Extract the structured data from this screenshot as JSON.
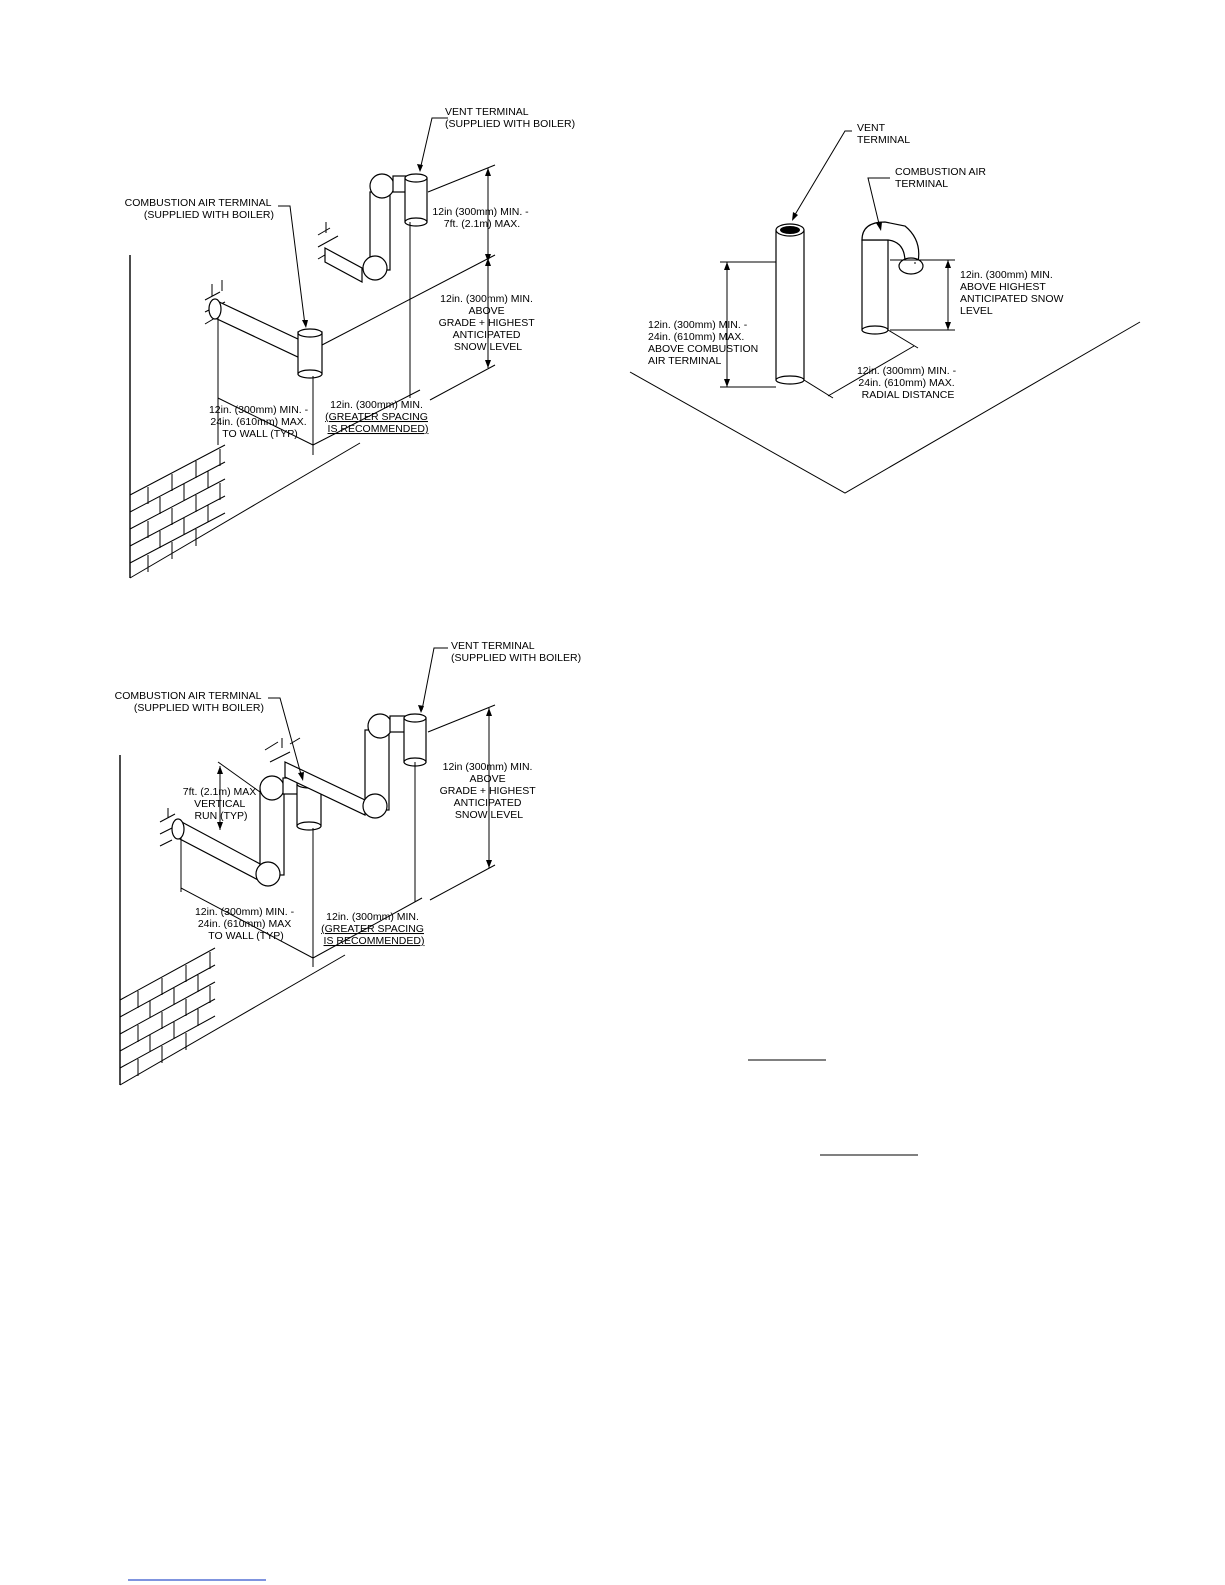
{
  "diagram_top_left": {
    "vent_terminal_label": [
      "VENT TERMINAL",
      "(SUPPLIED WITH BOILER)"
    ],
    "combustion_air_label": [
      "COMBUSTION AIR TERMINAL",
      "(SUPPLIED WITH BOILER)"
    ],
    "dim_vertical_upper": [
      "12in (300mm) MIN. -",
      "7ft. (2.1m) MAX."
    ],
    "dim_above_grade": [
      "12in. (300mm) MIN.",
      "ABOVE",
      "GRADE + HIGHEST",
      "ANTICIPATED",
      "SNOW LEVEL"
    ],
    "dim_to_wall": [
      "12in. (300mm) MIN. -",
      "24in. (610mm) MAX.",
      "TO WALL (TYP)"
    ],
    "dim_spacing": [
      "12in. (300mm) MIN.",
      "(GREATER SPACING",
      "IS RECOMMENDED)"
    ]
  },
  "diagram_top_right": {
    "vent_terminal_label": [
      "VENT",
      "TERMINAL"
    ],
    "combustion_air_label": [
      "COMBUSTION AIR",
      "TERMINAL"
    ],
    "dim_vent_height": [
      "12in. (300mm) MIN. -",
      "24in. (610mm) MAX.",
      "ABOVE COMBUSTION",
      "AIR TERMINAL"
    ],
    "dim_snow": [
      "12in. (300mm) MIN.",
      "ABOVE HIGHEST",
      "ANTICIPATED SNOW",
      "LEVEL"
    ],
    "dim_radial": [
      "12in. (300mm) MIN. -",
      "24in. (610mm) MAX.",
      "RADIAL DISTANCE"
    ]
  },
  "diagram_bottom_left": {
    "vent_terminal_label": [
      "VENT TERMINAL",
      "(SUPPLIED WITH BOILER)"
    ],
    "combustion_air_label": [
      "COMBUSTION AIR TERMINAL",
      "(SUPPLIED WITH BOILER)"
    ],
    "dim_vertical_run": [
      "7ft. (2.1m) MAX",
      "VERTICAL",
      "RUN (TYP)"
    ],
    "dim_above_grade": [
      "12in (300mm) MIN.",
      "ABOVE",
      "GRADE + HIGHEST",
      "ANTICIPATED",
      "SNOW LEVEL"
    ],
    "dim_to_wall": [
      "12in. (300mm) MIN. -",
      "24in. (610mm) MAX",
      "TO WALL (TYP)"
    ],
    "dim_spacing": [
      "12in. (300mm) MIN.",
      "(GREATER SPACING",
      "IS RECOMMENDED)"
    ]
  }
}
